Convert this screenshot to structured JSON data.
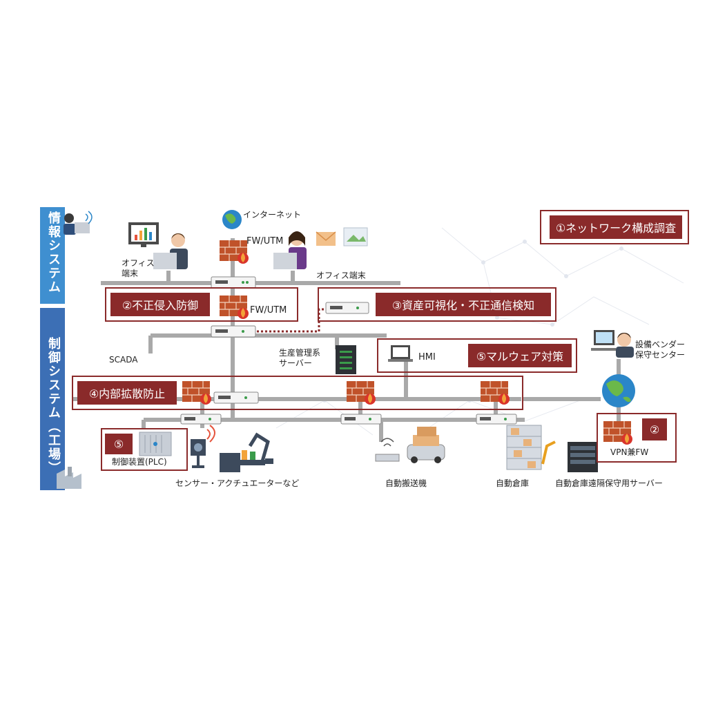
{
  "sections": {
    "info_system": "情報システム",
    "control_system": "制御システム（工場）"
  },
  "labels": {
    "internet": "インターネット",
    "fw_utm_top": "FW/UTM",
    "office_terminal_left": "オフィス\n端末",
    "office_terminal_right": "オフィス端末",
    "fw_utm_mid": "FW/UTM",
    "scada": "SCADA",
    "production_server": "生産管理系\nサーバー",
    "hmi": "HMI",
    "vendor_center": "設備ベンダー\n保守センター",
    "vpn_fw": "VPN兼FW",
    "plc": "制御装置(PLC)",
    "sensors": "センサー・アクチュエーターなど",
    "agv": "自動搬送機",
    "auto_warehouse": "自動倉庫",
    "remote_server": "自動倉庫遠隔保守用サーバー"
  },
  "callouts": {
    "c1": "①ネットワーク構成調査",
    "c2": "②不正侵入防御",
    "c2_short": "②",
    "c3": "③資産可視化・不正通信検知",
    "c4": "④内部拡散防止",
    "c5": "⑤マルウェア対策",
    "c5_short": "⑤"
  },
  "colors": {
    "accent": "#8a2a2a",
    "info_bar": "#3f8fd0",
    "control_bar": "#3c6fb5",
    "network_line": "#a9a9a9",
    "firewall": "#c0522a"
  }
}
